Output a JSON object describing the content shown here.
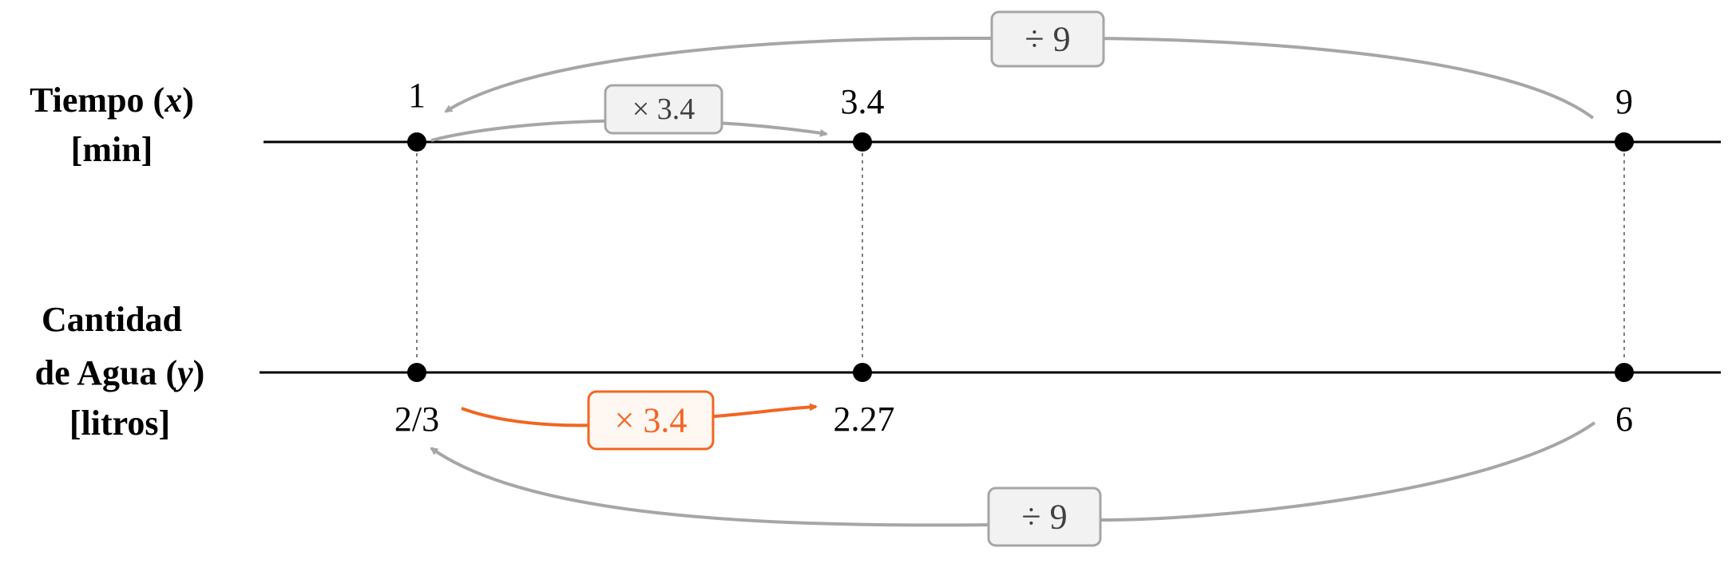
{
  "top_axis": {
    "label_line1": "Tiempo (",
    "label_var": "x",
    "label_close": ")",
    "label_line2": "[min]",
    "values": [
      "1",
      "3.4",
      "9"
    ]
  },
  "bottom_axis": {
    "label_line1": "Cantidad",
    "label_line2a": "de Agua (",
    "label_var": "y",
    "label_close": ")",
    "label_line3": "[litros]",
    "values": [
      "2/3",
      "2.27",
      "6"
    ]
  },
  "operations": {
    "top_multiply": "× 3.4",
    "top_divide": "÷ 9",
    "bottom_multiply": "× 3.4",
    "bottom_divide": "÷ 9"
  },
  "colors": {
    "axis": "#000000",
    "gray_arrow": "#a6a6a6",
    "gray_box_fill": "#f2f2f2",
    "gray_text": "#404040",
    "highlight": "#f26522",
    "highlight_fill": "#fff7f2"
  }
}
